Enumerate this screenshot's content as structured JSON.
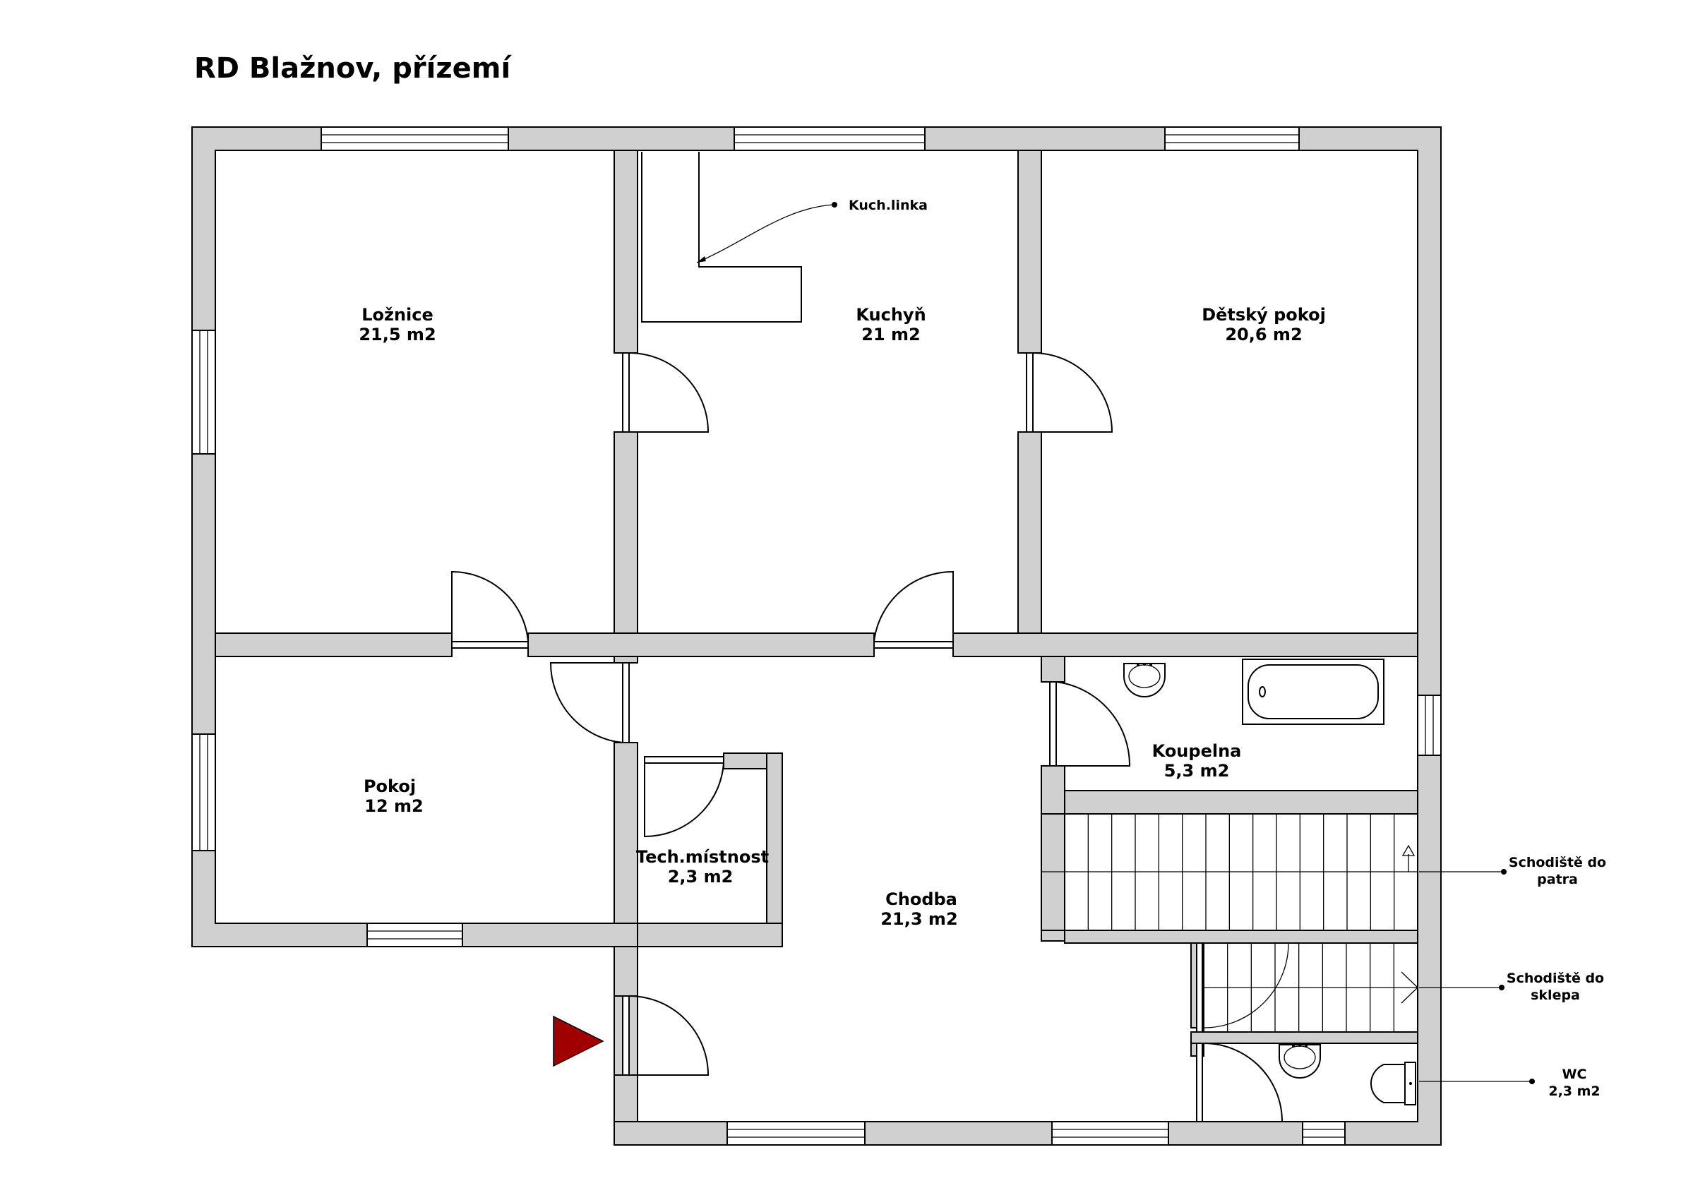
{
  "title": "RD Blažnov, přízemí",
  "rooms": [
    {
      "name": "Ložnice",
      "area": "21,5 m2"
    },
    {
      "name": "Kuchyň",
      "area": "21 m2"
    },
    {
      "name": "Dětský pokoj",
      "area": "20,6 m2"
    },
    {
      "name": "Pokoj",
      "area": "12 m2"
    },
    {
      "name": "Tech.místnost",
      "area": "2,3 m2"
    },
    {
      "name": "Chodba",
      "area": "21,3 m2"
    },
    {
      "name": "Koupelna",
      "area": "5,3 m2"
    }
  ],
  "callouts": {
    "kitchen_unit": "Kuch.linka",
    "stairs_up": [
      "Schodiště do",
      "patra"
    ],
    "stairs_down": [
      "Schodiště do",
      "sklepa"
    ],
    "wc": [
      "WC",
      "2,3 m2"
    ]
  },
  "colors": {
    "wall_fill": "#d0d0d0",
    "line": "#000000",
    "entrance_marker": "#a00000"
  },
  "icons": {
    "entrance": "entrance-arrow-icon"
  }
}
